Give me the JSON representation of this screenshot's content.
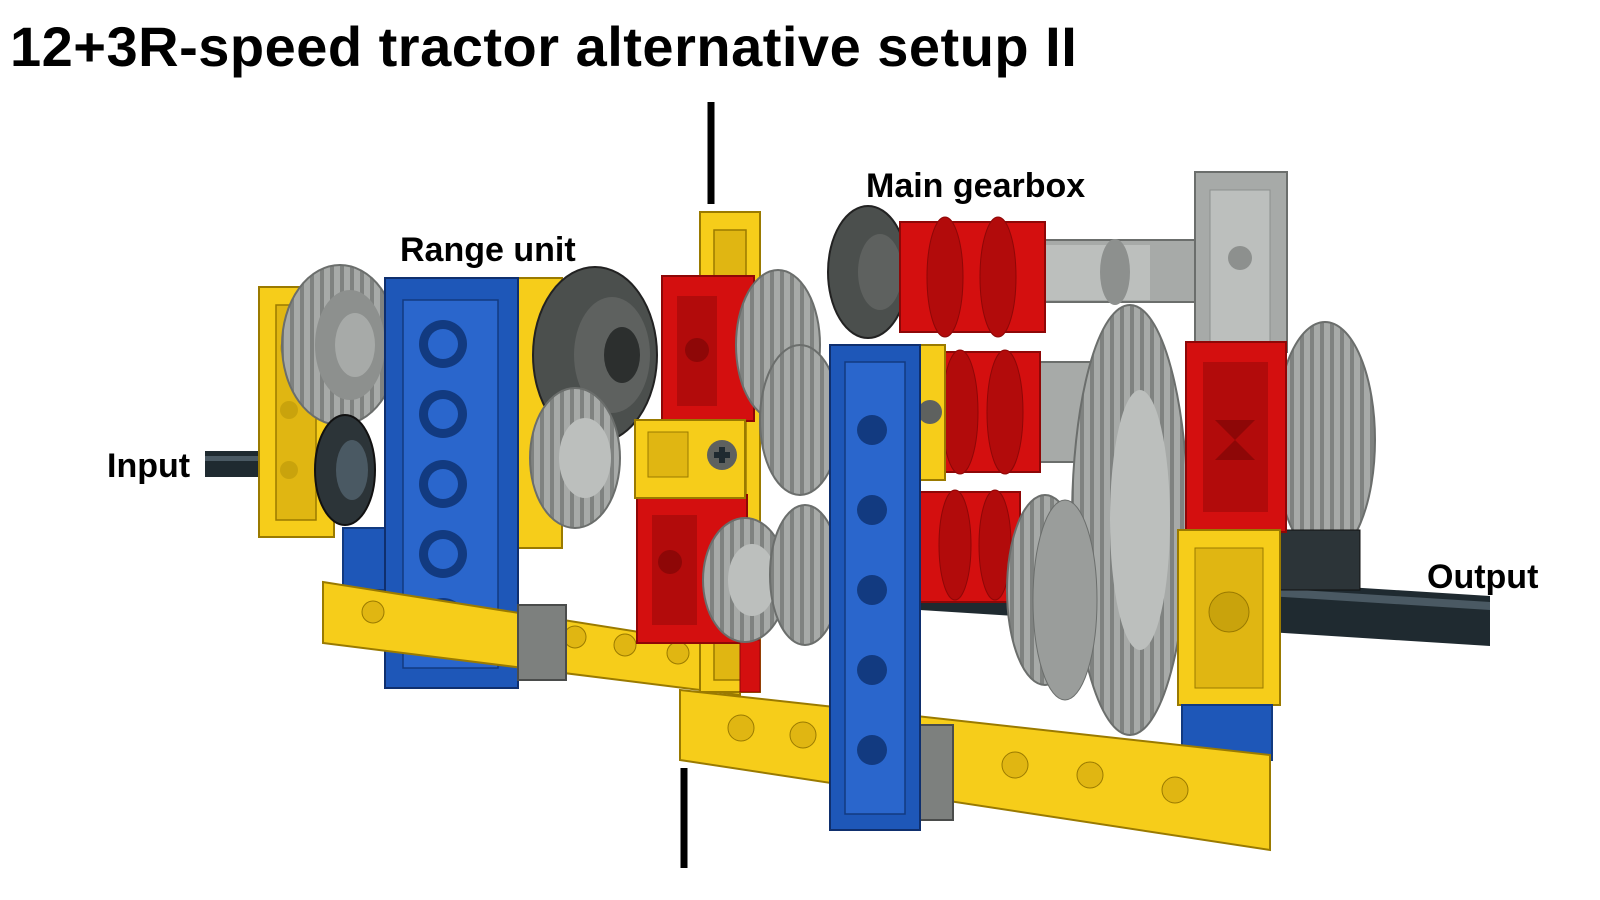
{
  "title": "12+3R-speed tractor alternative setup II",
  "labels": {
    "range_unit": "Range unit",
    "main_gearbox": "Main gearbox",
    "input": "Input",
    "output": "Output"
  },
  "colors": {
    "background": "#ffffff",
    "beam_yellow": "#f6cd1a",
    "beam_yellow_dark": "#c9a30c",
    "beam_blue": "#1e57b8",
    "beam_blue_dark": "#123a80",
    "red": "#d40f0f",
    "red_dark": "#8e0707",
    "gear_light_gray": "#a7aaa8",
    "gear_dark_gray": "#5e615f",
    "axle_black": "#1f2a30",
    "divider_black": "#000000"
  }
}
